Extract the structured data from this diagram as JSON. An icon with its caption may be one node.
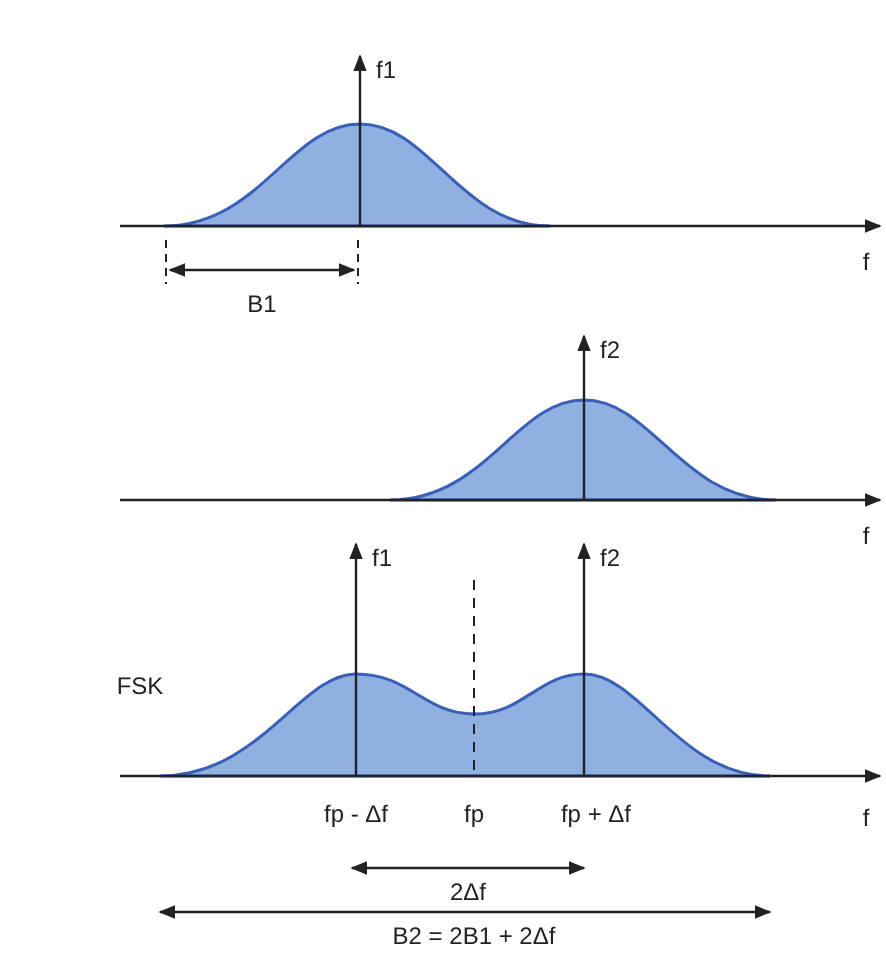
{
  "diagram": {
    "labels": [
      "f1",
      "f",
      "B1",
      "f2",
      "f",
      "f1",
      "f2",
      "FSK",
      "fp - Δf",
      "fp",
      "fp + Δf",
      "f",
      "2Δf",
      "B2 = 2B1 + 2Δf"
    ]
  }
}
